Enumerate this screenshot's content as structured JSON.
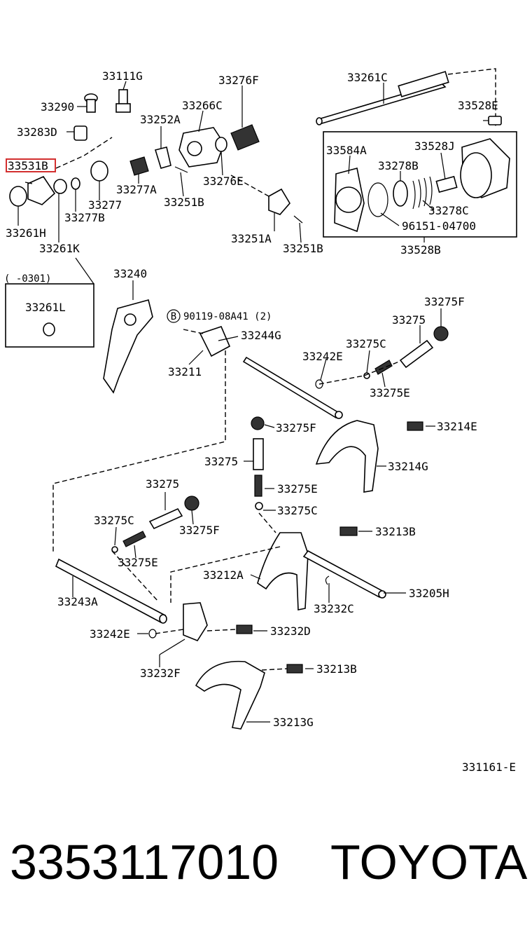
{
  "diagram": {
    "highlighted_part": "33531B",
    "figure_code": "331161-E",
    "footer": {
      "part_number": "3353117010",
      "brand": "TOYOTA"
    },
    "note_range": "(     -0301)",
    "callout_bolt": "90119-08A41 (2)",
    "callout_bolt_symbol": "B",
    "labels": {
      "l33111G": "33111G",
      "l33276F": "33276F",
      "l33261C": "33261C",
      "l33290": "33290",
      "l33266C": "33266C",
      "l33252A": "33252A",
      "l33528E": "33528E",
      "l33283D": "33283D",
      "l33531B": "33531B",
      "l33277A": "33277A",
      "l33276E": "33276E",
      "l33277": "33277",
      "l33251B_a": "33251B",
      "l33277B": "33277B",
      "l33261H": "33261H",
      "l33261K": "33261K",
      "l33251A": "33251A",
      "l33251B_b": "33251B",
      "l33584A": "33584A",
      "l33528J": "33528J",
      "l33278B": "33278B",
      "l33278C": "33278C",
      "l96151": "96151-04700",
      "l33528B": "33528B",
      "l33261L": "33261L",
      "l33240": "33240",
      "l33275F_a": "33275F",
      "l33244G": "33244G",
      "l33275_a": "33275",
      "l33275C_a": "33275C",
      "l33242E_a": "33242E",
      "l33211": "33211",
      "l33275E_a": "33275E",
      "l33275F_b": "33275F",
      "l33214E": "33214E",
      "l33275_b": "33275",
      "l33214G": "33214G",
      "l33275E_b": "33275E",
      "l33275C_b": "33275C",
      "l33275_c": "33275",
      "l33275C_c": "33275C",
      "l33275F_c": "33275F",
      "l33213B_a": "33213B",
      "l33275E_c": "33275E",
      "l33212A": "33212A",
      "l33205H": "33205H",
      "l33243A": "33243A",
      "l33232C": "33232C",
      "l33242E_b": "33242E",
      "l33232D": "33232D",
      "l33232F": "33232F",
      "l33213B_b": "33213B",
      "l33213G": "33213G"
    }
  }
}
